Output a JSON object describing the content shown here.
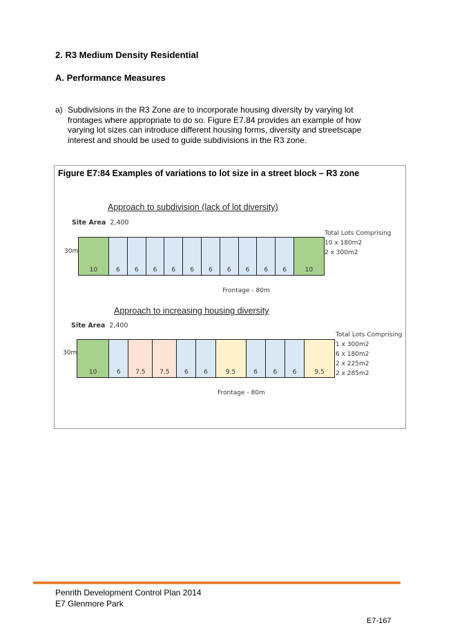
{
  "section_heading": "2. R3 Medium Density Residential",
  "subsection_heading": "A. Performance Measures",
  "paragraph": {
    "label": "a)",
    "text": "Subdivisions in the R3 Zone are to incorporate housing diversity by varying lot frontages where appropriate to do so. Figure E7.84 provides an example of how varying lot sizes can introduce different housing forms, diversity and streetscape interest and should be used to guide subdivisions in the R3 zone."
  },
  "figure": {
    "title": "Figure E7:84 Examples of variations to lot size in a street block – R3 zone",
    "colors": {
      "green": "#a9d18e",
      "blue": "#dae8f6",
      "pink": "#fbe3d6",
      "yellow": "#fff2cc"
    },
    "diagrams": [
      {
        "subtitle": "Approach to subdivision (lack of lot diversity)",
        "site_area_label": "Site Area",
        "site_area": "2,400",
        "depth": "30m",
        "frontage": "Frontage - 80m",
        "totals_heading": "Total Lots Comprising",
        "totals": [
          "10 x 180m2",
          "2 x 300m2"
        ],
        "lots": [
          {
            "w": "10",
            "c": "green"
          },
          {
            "w": "6",
            "c": "blue"
          },
          {
            "w": "6",
            "c": "blue"
          },
          {
            "w": "6",
            "c": "blue"
          },
          {
            "w": "6",
            "c": "blue"
          },
          {
            "w": "6",
            "c": "blue"
          },
          {
            "w": "6",
            "c": "blue"
          },
          {
            "w": "6",
            "c": "blue"
          },
          {
            "w": "6",
            "c": "blue"
          },
          {
            "w": "6",
            "c": "blue"
          },
          {
            "w": "6",
            "c": "blue"
          },
          {
            "w": "10",
            "c": "green"
          }
        ]
      },
      {
        "subtitle": "Approach to increasing housing diversity",
        "site_area_label": "Site Area",
        "site_area": "2,400",
        "depth": "30m",
        "frontage": "Frontage - 80m",
        "totals_heading": "Total Lots Comprising",
        "totals": [
          "1 x 300m2",
          "6 x 180m2",
          "2 x 225m2",
          "2 x 285m2"
        ],
        "lots": [
          {
            "w": "10",
            "c": "green"
          },
          {
            "w": "6",
            "c": "blue"
          },
          {
            "w": "7.5",
            "c": "pink"
          },
          {
            "w": "7.5",
            "c": "pink"
          },
          {
            "w": "6",
            "c": "blue"
          },
          {
            "w": "6",
            "c": "blue"
          },
          {
            "w": "9.5",
            "c": "yellow"
          },
          {
            "w": "6",
            "c": "blue"
          },
          {
            "w": "6",
            "c": "blue"
          },
          {
            "w": "6",
            "c": "blue"
          },
          {
            "w": "9.5",
            "c": "yellow"
          }
        ]
      }
    ]
  },
  "footer": {
    "line1": "Penrith Development Control Plan 2014",
    "line2": "E7 Glenmore Park",
    "page": "E7-167"
  }
}
